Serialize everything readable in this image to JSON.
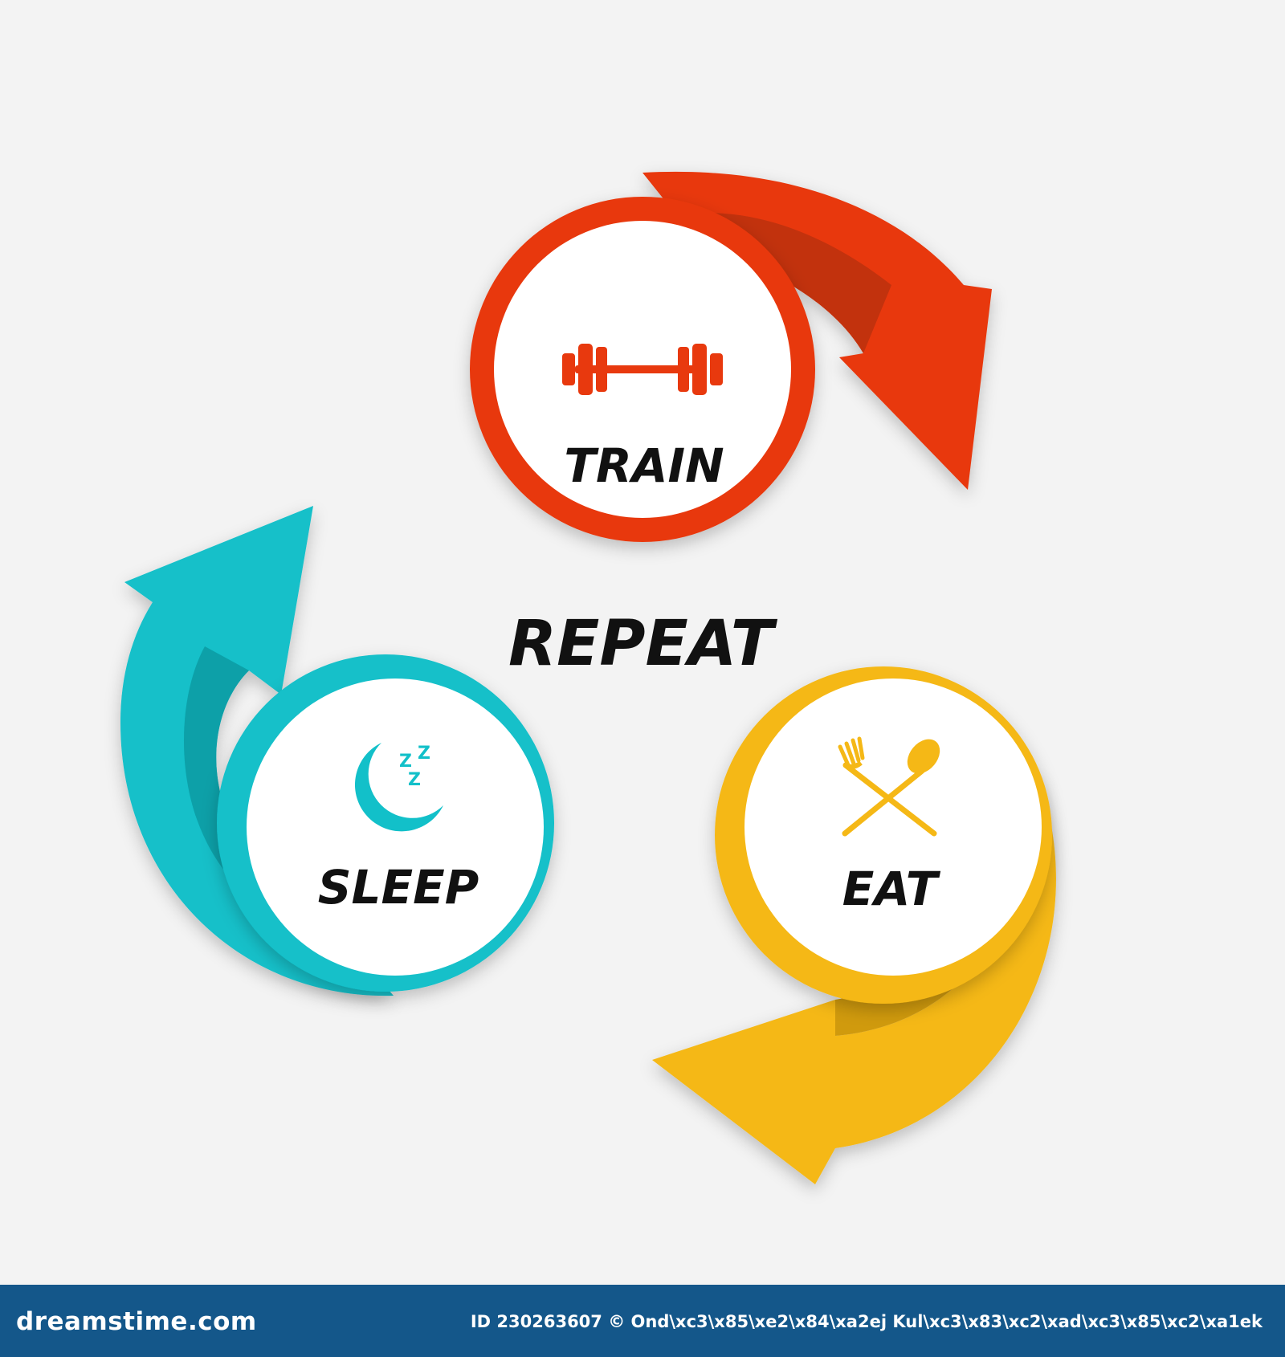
{
  "diagram": {
    "center_label": "REPEAT",
    "steps": [
      {
        "label": "TRAIN",
        "icon": "barbell-icon",
        "color": "#e8390e"
      },
      {
        "label": "EAT",
        "icon": "fork-spoon-icon",
        "color": "#f5b816"
      },
      {
        "label": "SLEEP",
        "icon": "moon-zzz-icon",
        "color": "#12c0c9"
      }
    ],
    "sleep_icon_text": "Z",
    "watermark_text": "dreamstime"
  },
  "footer": {
    "brand": "dreamstime.com",
    "credit": "ID 230263607 © Ond\\xc3\\x85\\xe2\\x84\\xa2ej Kul\\xc3\\x83\\xc2\\xad\\xc3\\x85\\xc2\\xa1ek"
  }
}
